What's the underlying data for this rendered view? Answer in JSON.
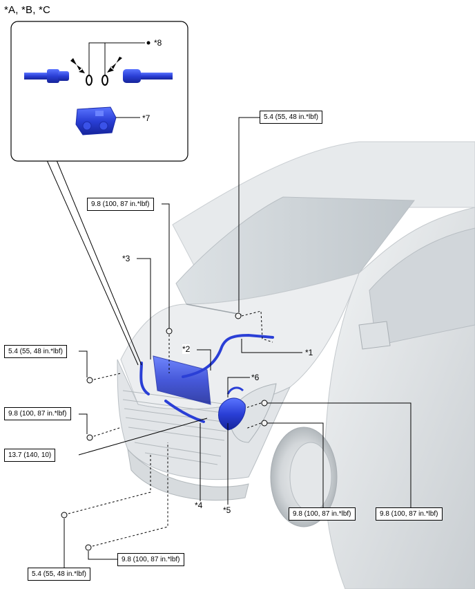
{
  "header": "*A, *B, *C",
  "callouts": {
    "c1": "*1",
    "c2": "*2",
    "c3": "*3",
    "c4": "*4",
    "c5": "*5",
    "c6": "*6",
    "c7": "*7",
    "c8": "*8"
  },
  "torque": {
    "t_hood_bolt": "5.4 (55, 48 in.*lbf)",
    "t_top_nut": "9.8 (100, 87 in.*lbf)",
    "t_left_upper": "5.4 (55, 48 in.*lbf)",
    "t_left_mid": "9.8 (100, 87 in.*lbf)",
    "t_left_low": "13.7 (140, 10)",
    "t_bottom_left": "5.4 (55, 48 in.*lbf)",
    "t_bottom_mid": "9.8 (100, 87 in.*lbf)",
    "t_right_a": "9.8 (100, 87 in.*lbf)",
    "t_right_b": "9.8 (100, 87 in.*lbf)"
  },
  "colors": {
    "part_blue": "#2a3fd6",
    "body_grey": "#e3e6e8",
    "body_shadow": "#c4c9cd",
    "line": "#000000"
  }
}
